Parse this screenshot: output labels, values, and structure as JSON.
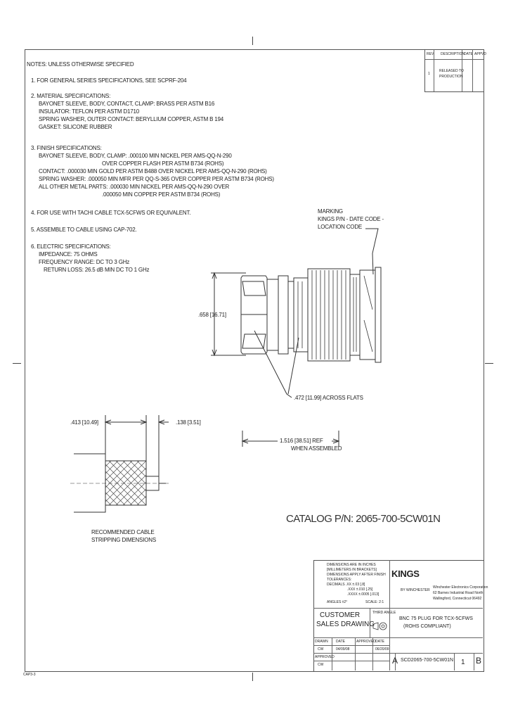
{
  "notes": {
    "heading": "NOTES: UNLESS OTHERWISE SPECIFIED",
    "n1": "1. FOR GENERAL SERIES SPECIFICATIONS, SEE SCPRF-204",
    "n2_title": "2. MATERIAL SPECIFICATIONS:",
    "n2_lines": [
      "BAYONET SLEEVE, BODY, CONTACT, CLAMP: BRASS PER ASTM B16",
      "INSULATOR: TEFLON PER ASTM D1710",
      "SPRING WASHER, OUTER CONTACT: BERYLLIUM COPPER, ASTM B 194",
      "GASKET: SILICONE RUBBER"
    ],
    "n3_title": "3. FINISH SPECIFICATIONS:",
    "n3_lines": [
      "BAYONET SLEEVE, BODY, CLAMP: .000100 MIN NICKEL PER AMS-QQ-N-290",
      "OVER COPPER FLASH PER ASTM B734 (ROHS)",
      "CONTACT: .000030 MIN GOLD PER ASTM B488 OVER NICKEL PER AMS-QQ-N-290 (ROHS)",
      "SPRING WASHER: .000050 MIN MFR PER QQ-S-365 OVER COPPER PER ASTM B734 (ROHS)",
      "ALL OTHER METAL PARTS: .000030 MIN NICKEL PER AMS-QQ-N-290 OVER",
      ".000050 MIN COPPER PER ASTM B734 (ROHS)"
    ],
    "n4": "4. FOR USE WITH TACHI CABLE TCX-5CFWS OR EQUIVALENT.",
    "n5": "5. ASSEMBLE TO CABLE USING CAP-702.",
    "n6_title": "6. ELECTRIC SPECIFICATIONS:",
    "n6_lines": [
      "IMPEDANCE: 75 OHMS",
      "FREQUENCY RANGE: DC TO 3 GHz",
      "RETURN LOSS: 26.5 dB MIN DC TO 1 GHz"
    ]
  },
  "revision_block": {
    "headers": [
      "REV",
      "DESCRIPTION",
      "DATE",
      "APPVD"
    ],
    "row": [
      "1",
      "RELEASED TO",
      "PRODUCTION",
      "",
      ""
    ]
  },
  "drawing": {
    "marking": [
      "MARKING",
      "KINGS P/N - DATE CODE -",
      "LOCATION CODE"
    ],
    "dim_height": ".658 [16.71]",
    "dim_flats": ".472 [11.99] ACROSS FLATS",
    "dim_length": "1.516 [38.51] REF",
    "dim_length_note": "WHEN ASSEMBLED",
    "dim_strip1": ".413 [10.49]",
    "dim_strip2": ".138 [3.51]",
    "cable_note": [
      "RECOMMENDED CABLE",
      "STRIPPING DIMENSIONS"
    ]
  },
  "catalog": "CATALOG P/N: 2065-700-5CW01N",
  "title_block": {
    "tolerance_lines": [
      "DIMENSIONS ARE IN INCHES",
      "[MILLIMETERS IN BRACKETS]",
      "DIMENSIONS APPLY AFTER FINISH",
      "TOLERANCES:",
      "DECIMALS .XX ±.03 [.8]",
      ".XXX ±.010 [.25]",
      ".XXXX ±.0005 [.013]",
      "ANGLES ±2°",
      "SCALE: 2:1"
    ],
    "company_logo": "KINGS",
    "company_sub": "BY WINCHESTER",
    "company_lines": [
      "Winchester Electronics Corporation",
      "62 Barnes Industrial Road North",
      "Wallingford, Connecticut 06492"
    ],
    "customer": "CUSTOMER",
    "sales_drawing": "SALES DRAWING",
    "third_angle": "THIRD ANGLE",
    "title_lines": [
      "BNC 75 PLUG FOR TCX-5CFWS",
      "(ROHS COMPLIANT)"
    ],
    "drawn_label": "DRAWN",
    "drawn_val": "CW",
    "date_label": "DATE",
    "date_val": "04/09/08",
    "approved_label": "APPROVED",
    "date2_label": "DATE",
    "date2_val": "06/20/09",
    "approved2_label": "APPROVED",
    "approved2_val": "CW",
    "dwg_no": "SCD2065-700-5CW01N",
    "size": "A",
    "sheet": "1",
    "rev": "B"
  },
  "footer_code": "CAP3-3"
}
